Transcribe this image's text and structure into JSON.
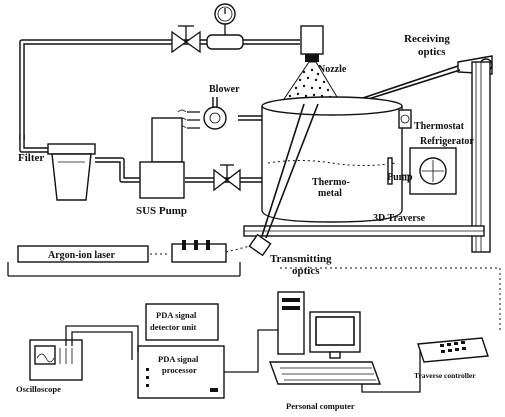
{
  "labels": {
    "nozzle": "Nozzle",
    "receiving_line1": "Receiving",
    "receiving_line2": "optics",
    "blower": "Blower",
    "thermostat": "Thermostat",
    "refrigerator": "Refrigerator",
    "filter": "Filter",
    "pump": "Pump",
    "thermometal_line1": "Thermo-",
    "thermometal_line2": "metal",
    "sus_pump": "SUS Pump",
    "traverse_3d": "3D Traverse",
    "argon_laser": "Argon-ion laser",
    "transmitting_line1": "Transmitting",
    "transmitting_line2": "optics",
    "pda_detector_line1": "PDA signal",
    "pda_detector_line2": "detector unit",
    "pda_processor_line1": "PDA signal",
    "pda_processor_line2": "processor",
    "oscilloscope": "Oscilloscope",
    "traverse_controller": "Traverse controller",
    "personal_computer": "Personal computer"
  }
}
